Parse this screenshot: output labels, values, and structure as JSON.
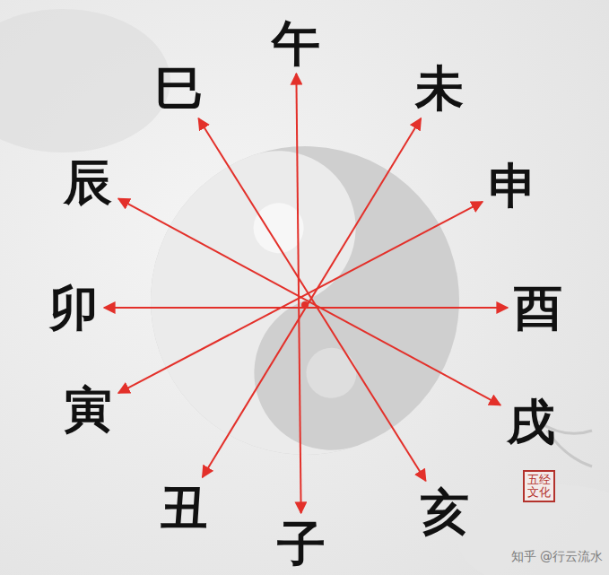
{
  "diagram": {
    "nodes": [
      {
        "text": [
          "午"
        ]
      },
      {
        "text": [
          "未"
        ]
      },
      {
        "text": [
          "申"
        ]
      },
      {
        "text": [
          "酉"
        ]
      },
      {
        "text": [
          "戌"
        ]
      },
      {
        "text": [
          "亥"
        ]
      },
      {
        "text": [
          "子"
        ]
      },
      {
        "text": [
          "丑"
        ]
      },
      {
        "text": [
          "寅"
        ]
      },
      {
        "text": [
          "卯"
        ]
      },
      {
        "text": [
          "辰"
        ]
      },
      {
        "text": [
          "巳"
        ]
      },
      {
        "text": [
          "五经文化"
        ]
      }
    ],
    "edges": [
      {
        "from": 0,
        "to": 6,
        "arrow": "both"
      },
      {
        "from": 1,
        "to": 7,
        "arrow": "both"
      },
      {
        "from": 2,
        "to": 8,
        "arrow": "both"
      },
      {
        "from": 3,
        "to": 9,
        "arrow": "both"
      },
      {
        "from": 4,
        "to": 10,
        "arrow": "both"
      },
      {
        "from": 5,
        "to": 11,
        "arrow": "both"
      }
    ],
    "labels": [
      "知乎 @行云流水"
    ]
  }
}
